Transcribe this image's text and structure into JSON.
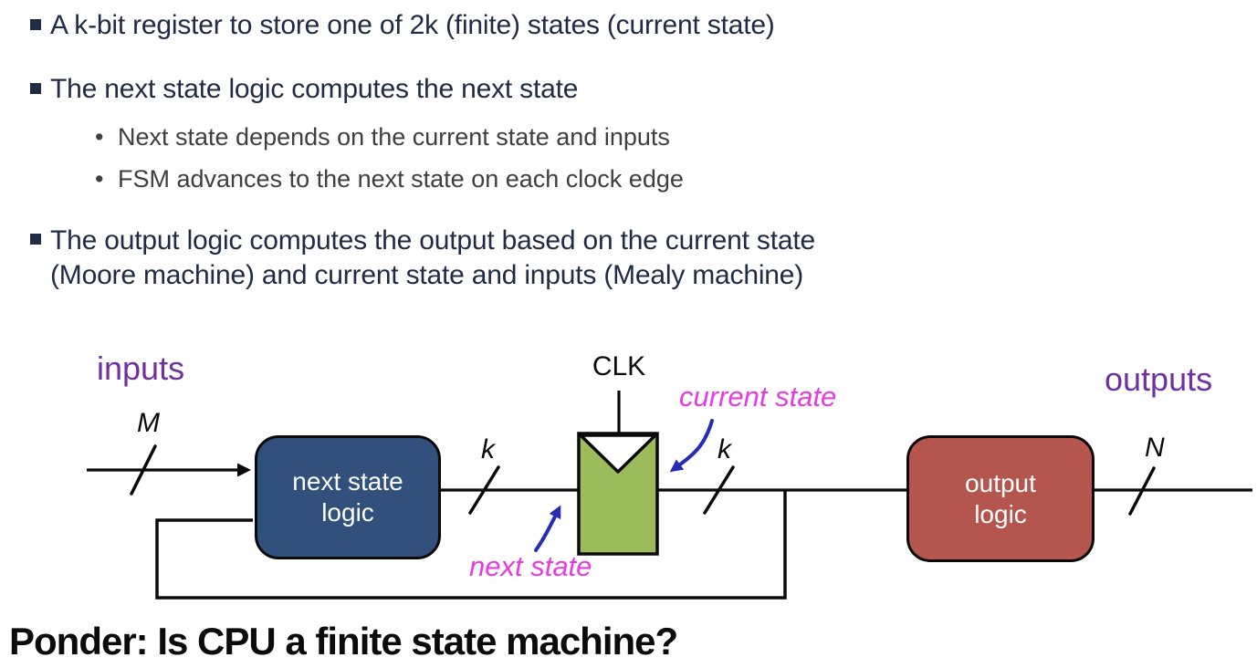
{
  "slide": {
    "bullets": [
      {
        "text": "A k-bit register to store one of 2k (finite) states (current state)"
      },
      {
        "text": "The next state logic computes the next state"
      },
      {
        "text": "Next state depends on the current state and inputs"
      },
      {
        "text": "FSM advances to the next state on each clock edge"
      },
      {
        "lines": [
          "The output logic computes the output based on the current state",
          "(Moore machine) and current state and inputs (Mealy machine)"
        ]
      }
    ],
    "ponder": "Ponder: Is CPU a finite state machine?"
  },
  "diagram": {
    "inputs_label": "inputs",
    "outputs_label": "outputs",
    "clk_label": "CLK",
    "m_label": "M",
    "k_left_label": "k",
    "k_right_label": "k",
    "n_label": "N",
    "current_state_label": "current state",
    "next_state_label": "next state",
    "next_state_logic": {
      "line1": "next state",
      "line2": "logic"
    },
    "output_logic": {
      "line1": "output",
      "line2": "logic"
    },
    "colors": {
      "next_state_logic_fill": "#31507B",
      "register_fill": "#9CBB5A",
      "output_logic_fill": "#B4564E",
      "annotation_magenta": "#E83AE2",
      "annotation_blue": "#262CB5",
      "label_purple": "#7030A0",
      "bullet_navy": "#212B45",
      "sub_bullet_gray": "#3F3F3F",
      "wire_black": "#0a0a0a"
    }
  }
}
